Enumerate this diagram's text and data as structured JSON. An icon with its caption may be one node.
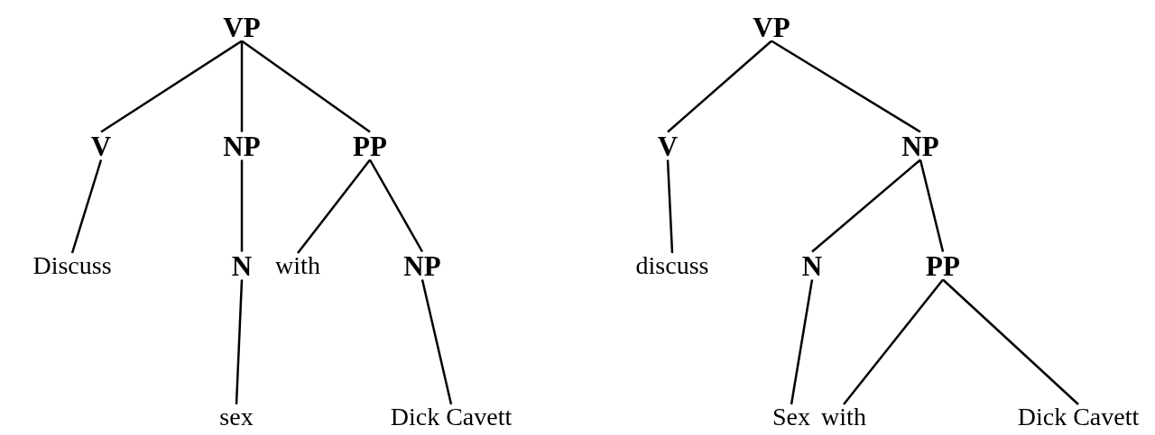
{
  "diagram": {
    "nodes": [
      {
        "text": [
          "VP"
        ]
      },
      {
        "text": [
          "V"
        ]
      },
      {
        "text": [
          "NP"
        ]
      },
      {
        "text": [
          "PP"
        ]
      },
      {
        "text": [
          "Discuss"
        ]
      },
      {
        "text": [
          "N"
        ]
      },
      {
        "text": [
          "with"
        ]
      },
      {
        "text": [
          "NP"
        ]
      },
      {
        "text": [
          "sex"
        ]
      },
      {
        "text": [
          "Dick Cavett"
        ]
      },
      {
        "text": [
          "VP"
        ]
      },
      {
        "text": [
          "V"
        ]
      },
      {
        "text": [
          "NP"
        ]
      },
      {
        "text": [
          "discuss"
        ]
      },
      {
        "text": [
          "N"
        ]
      },
      {
        "text": [
          "PP"
        ]
      },
      {
        "text": [
          "Sex"
        ]
      },
      {
        "text": [
          "with"
        ]
      },
      {
        "text": [
          "Dick Cavett"
        ]
      }
    ],
    "edges": [
      {
        "from": 0,
        "to": 1,
        "arrow": "none"
      },
      {
        "from": 0,
        "to": 2,
        "arrow": "none"
      },
      {
        "from": 0,
        "to": 3,
        "arrow": "none"
      },
      {
        "from": 1,
        "to": 4,
        "arrow": "none"
      },
      {
        "from": 2,
        "to": 5,
        "arrow": "none"
      },
      {
        "from": 3,
        "to": 6,
        "arrow": "none"
      },
      {
        "from": 3,
        "to": 7,
        "arrow": "none"
      },
      {
        "from": 5,
        "to": 8,
        "arrow": "none"
      },
      {
        "from": 7,
        "to": 9,
        "arrow": "none"
      },
      {
        "from": 10,
        "to": 11,
        "arrow": "none"
      },
      {
        "from": 10,
        "to": 12,
        "arrow": "none"
      },
      {
        "from": 11,
        "to": 13,
        "arrow": "none"
      },
      {
        "from": 12,
        "to": 14,
        "arrow": "none"
      },
      {
        "from": 12,
        "to": 15,
        "arrow": "none"
      },
      {
        "from": 14,
        "to": 16,
        "arrow": "none"
      },
      {
        "from": 15,
        "to": 17,
        "arrow": "none"
      },
      {
        "from": 15,
        "to": 18,
        "arrow": "none"
      }
    ]
  }
}
